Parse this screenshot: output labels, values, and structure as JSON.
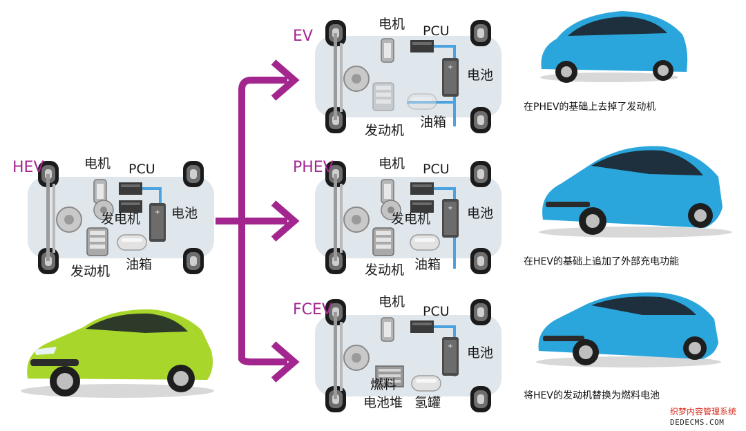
{
  "colors": {
    "accent_arrow": "#a3268f",
    "wire": "#4aa3e0",
    "chassis": "#dfe6ec",
    "car_blue": "#2aa6dc",
    "car_green": "#a8d62a"
  },
  "hev": {
    "type_label": "HEV",
    "motor": "电机",
    "pcu": "PCU",
    "generator": "发电机",
    "battery": "电池",
    "engine": "发动机",
    "tank": "油箱"
  },
  "ev": {
    "type_label": "EV",
    "motor": "电机",
    "pcu": "PCU",
    "battery": "电池",
    "engine": "发动机",
    "tank": "油箱",
    "caption": "在PHEV的基础上去掉了发动机"
  },
  "phev": {
    "type_label": "PHEV",
    "motor": "电机",
    "pcu": "PCU",
    "generator": "发电机",
    "battery": "电池",
    "engine": "发动机",
    "tank": "油箱",
    "caption": "在HEV的基础上追加了外部充电功能"
  },
  "fcev": {
    "type_label": "FCEV",
    "motor": "电机",
    "pcu": "PCU",
    "battery": "电池",
    "fuel_cell_line1": "燃料",
    "fuel_cell_line2": "电池堆",
    "hydrogen_tank": "氢罐",
    "caption": "将HEV的发动机替换为燃料电池"
  },
  "watermark": {
    "line1": "织梦内容管理系统",
    "line2": "DEDECMS.COM"
  }
}
